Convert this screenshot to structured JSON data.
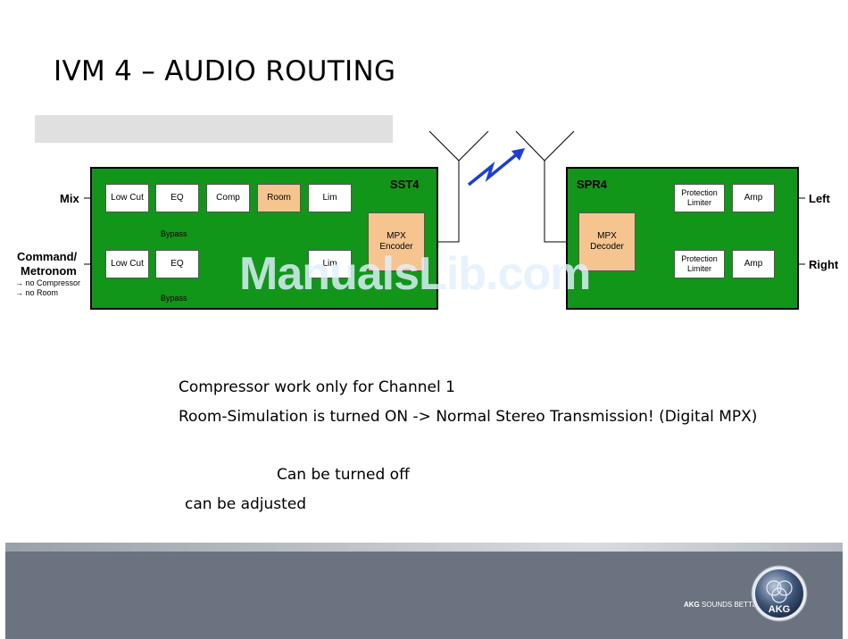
{
  "title": "IVM 4 – AUDIO ROUTING",
  "transmitter": {
    "name": "SST4",
    "channel1": {
      "input_label": "Mix",
      "blocks": [
        "Low Cut",
        "EQ",
        "Comp",
        "Room",
        "Lim"
      ],
      "bypass_label": "Bypass"
    },
    "channel2": {
      "input_label_line1": "Command/",
      "input_label_line2": "Metronom",
      "note1": "→ no Compressor",
      "note2": "→ no Room",
      "blocks": [
        "Low Cut",
        "EQ",
        "Lim"
      ],
      "bypass_label": "Bypass"
    },
    "encoder_line1": "MPX",
    "encoder_line2": "Encoder"
  },
  "receiver": {
    "name": "SPR4",
    "decoder_line1": "MPX",
    "decoder_line2": "Decoder",
    "left": {
      "limiter_line1": "Protection",
      "limiter_line2": "Limiter",
      "amp": "Amp",
      "output_label": "Left"
    },
    "right": {
      "limiter_line1": "Protection",
      "limiter_line2": "Limiter",
      "amp": "Amp",
      "output_label": "Right"
    }
  },
  "notes": [
    "Compressor work only for Channel 1",
    "Room-Simulation is turned ON -> Normal Stereo Transmission! (Digital MPX)",
    "Can be turned off",
    "can be adjusted"
  ],
  "watermark": "ManualsLib.com",
  "footer": {
    "slogan_brand": "AKG",
    "slogan_text": " SOUNDS BETTER",
    "logo_text": "AKG"
  },
  "colors": {
    "green": "#119619",
    "room_orange": "#f6c48e",
    "signal_blue": "#1a3fd6",
    "footer_gray": "#6b7280"
  }
}
